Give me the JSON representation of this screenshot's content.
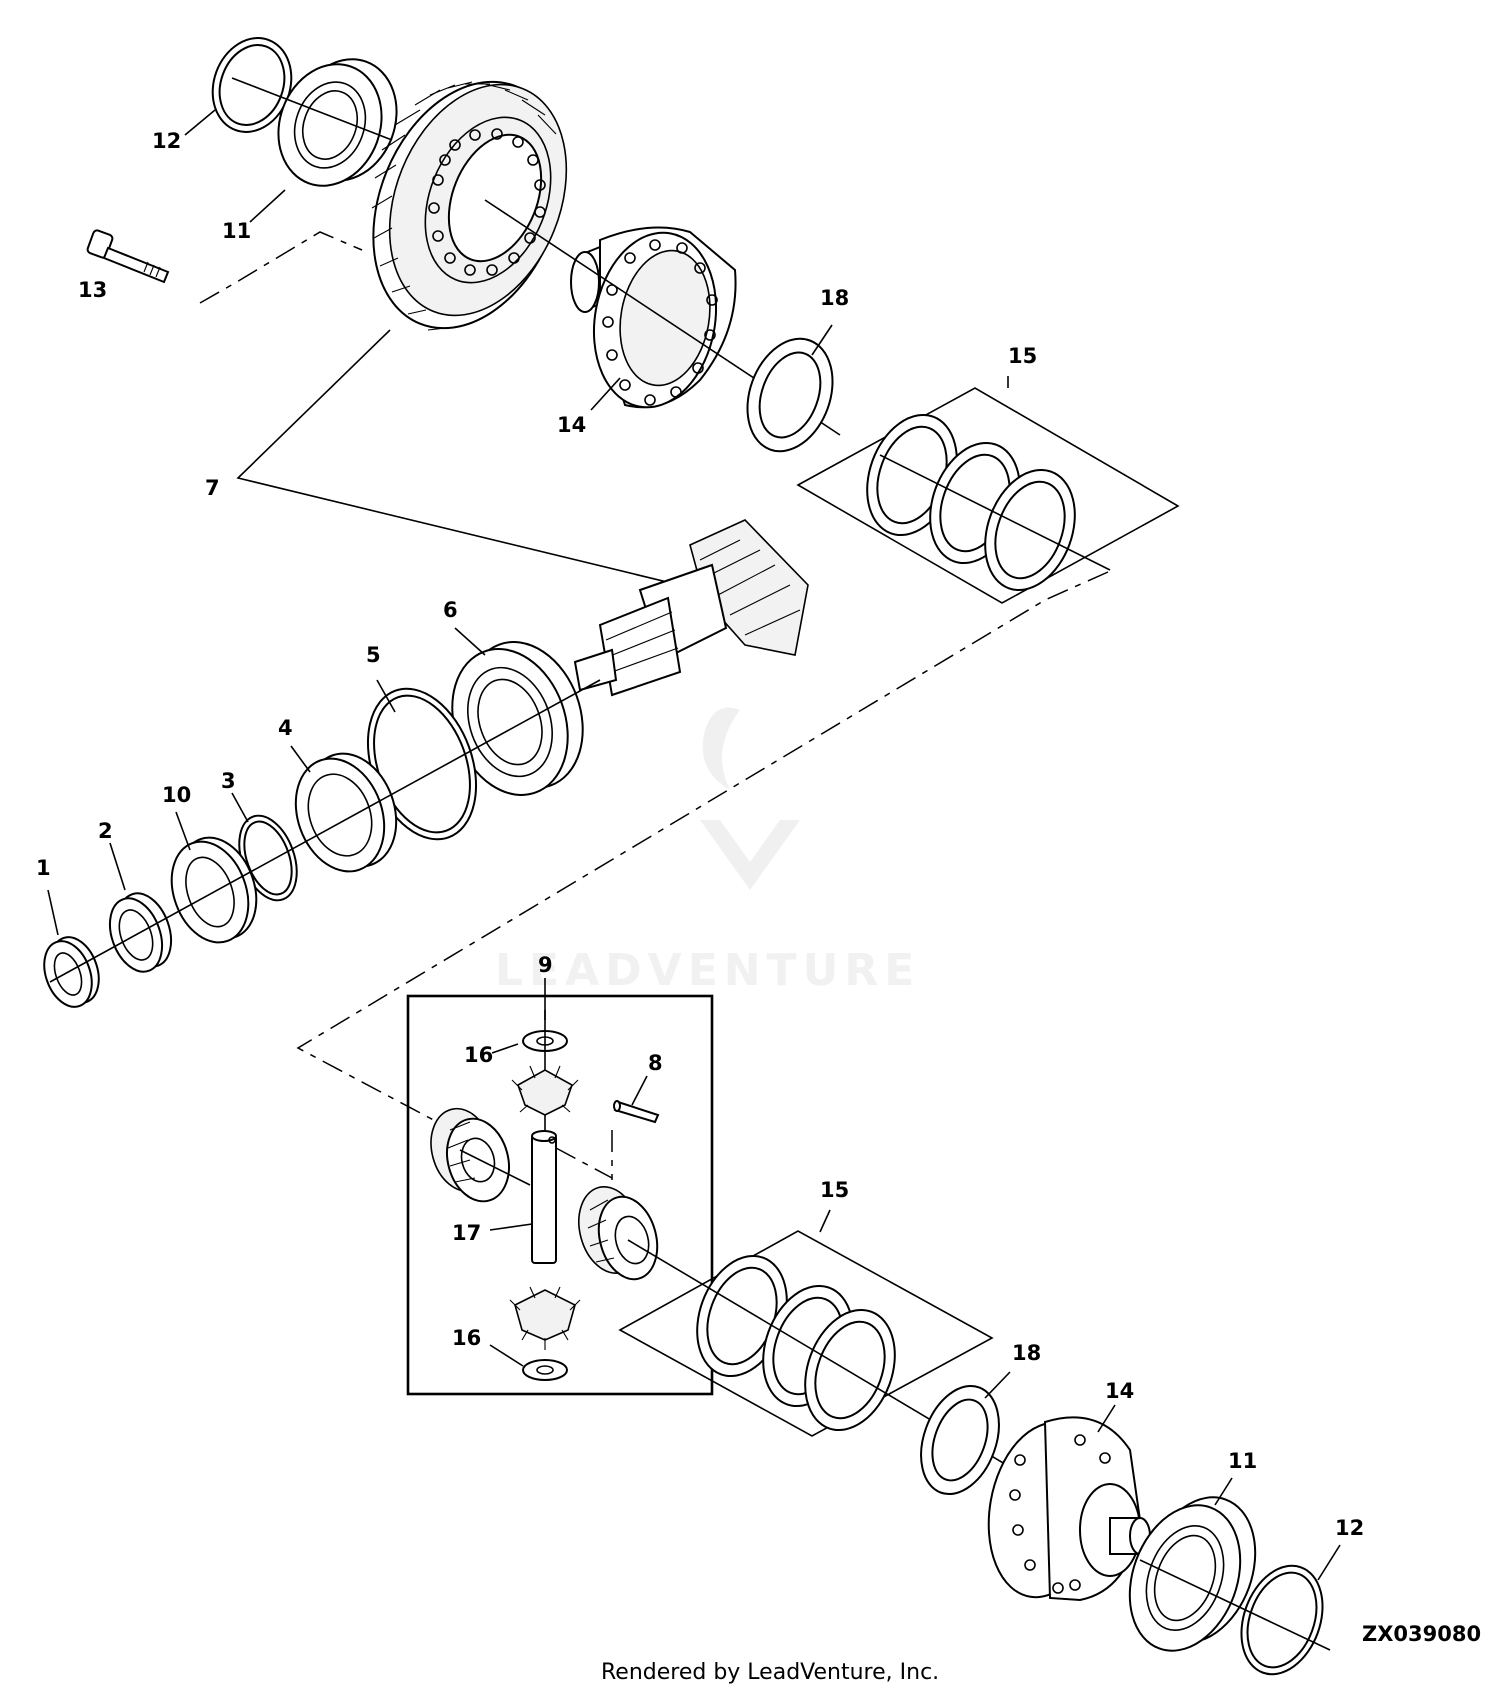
{
  "diagram": {
    "figure_id": "ZX039080",
    "footer_text": "Rendered by LeadVenture, Inc.",
    "watermark_text": "LEADVENTURE",
    "callouts": {
      "c12_top": "12",
      "c11_top": "11",
      "c13": "13",
      "c18_top": "18",
      "c15_top": "15",
      "c14_top": "14",
      "c7": "7",
      "c6": "6",
      "c5": "5",
      "c4": "4",
      "c3": "3",
      "c10": "10",
      "c2": "2",
      "c1": "1",
      "c9": "9",
      "c16_top": "16",
      "c8": "8",
      "c17": "17",
      "c16_bottom": "16",
      "c15_bottom": "15",
      "c18_bottom": "18",
      "c14_bottom": "14",
      "c11_bottom": "11",
      "c12_bottom": "12"
    }
  }
}
